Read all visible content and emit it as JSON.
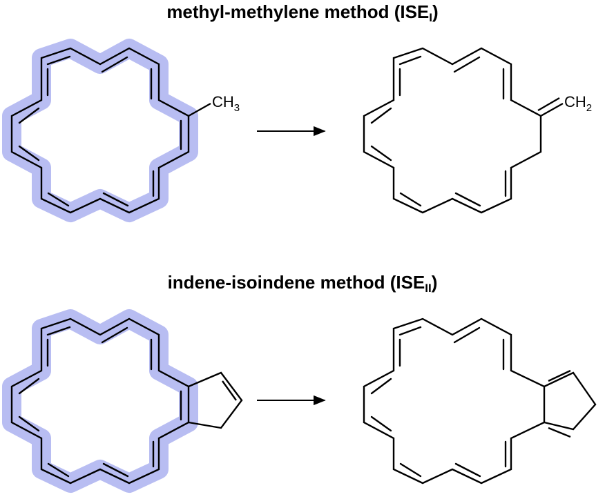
{
  "schemes": [
    {
      "title": "methyl-methylene method (ISE",
      "title_subscript": "I",
      "title_suffix": ")",
      "reactant_label": "CH",
      "reactant_label_subscript": "3",
      "product_label": "CH",
      "product_label_subscript": "2"
    },
    {
      "title": "indene-isoindene method (ISE",
      "title_subscript": "II",
      "title_suffix": ")"
    }
  ],
  "colors": {
    "highlight": "#b8bdf2",
    "bond": "#000000"
  }
}
